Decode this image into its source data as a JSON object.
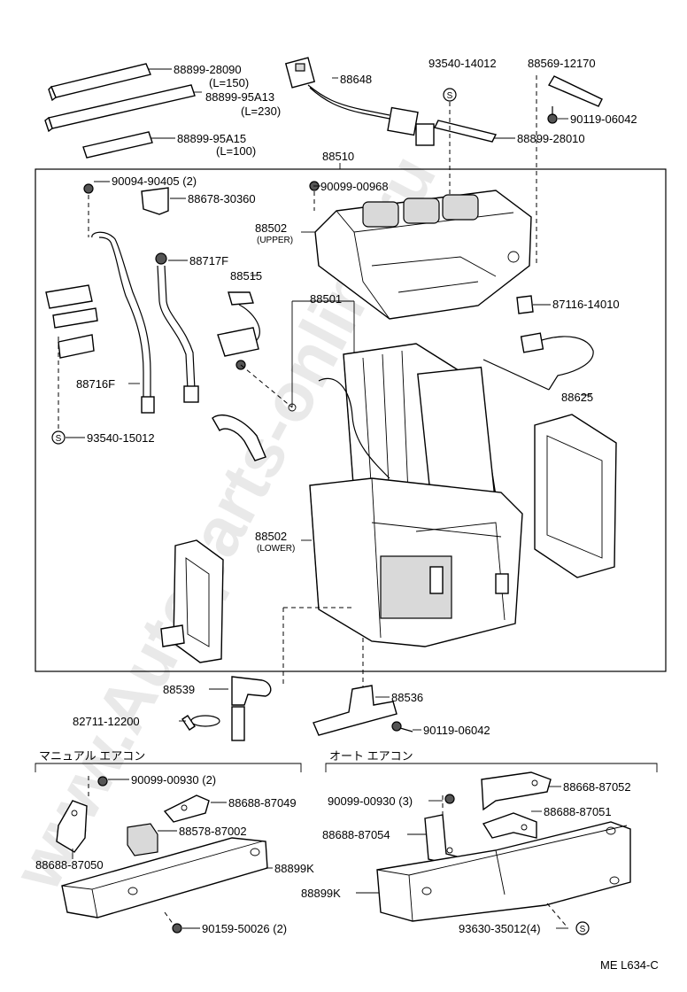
{
  "watermark": "www.Autoparts-online.ru",
  "diagram_code": "ME L634-C",
  "sections": {
    "manual": "マニュアル エアコン",
    "auto": "オート エアコン"
  },
  "labels": {
    "p88899_28090": "88899-28090",
    "p88899_28090_len": "(L=150)",
    "p88899_95A13": "88899-95A13",
    "p88899_95A13_len": "(L=230)",
    "p88899_95A15": "88899-95A15",
    "p88899_95A15_len": "(L=100)",
    "p88648": "88648",
    "p93540_14012": "93540-14012",
    "p88569_12170": "88569-12170",
    "p90119_06042_a": "90119-06042",
    "p88899_28010": "88899-28010",
    "p88510": "88510",
    "p90094_90405": "90094-90405 (2)",
    "p88678_30360": "88678-30360",
    "p90099_00968": "90099-00968",
    "p88502_upper": "88502",
    "p88502_upper_tag": "(UPPER)",
    "p88717F": "88717F",
    "p88515": "88515",
    "p88501": "88501",
    "p87116_14010": "87116-14010",
    "p88625": "88625",
    "p88716F": "88716F",
    "p93540_15012": "93540-15012",
    "p88502_lower": "88502",
    "p88502_lower_tag": "(LOWER)",
    "p88539": "88539",
    "p88536": "88536",
    "p82711_12200": "82711-12200",
    "p90119_06042_b": "90119-06042",
    "p90099_00930_2": "90099-00930 (2)",
    "p88688_87049": "88688-87049",
    "p88578_87002": "88578-87002",
    "p88688_87050": "88688-87050",
    "p88899K_a": "88899K",
    "p90159_50026": "90159-50026 (2)",
    "p88668_87052": "88668-87052",
    "p90099_00930_3": "90099-00930 (3)",
    "p88688_87051": "88688-87051",
    "p88688_87054": "88688-87054",
    "p88899K_b": "88899K",
    "p93630_35012": "93630-35012(4)"
  },
  "symbols": {
    "s_mark": "S"
  }
}
